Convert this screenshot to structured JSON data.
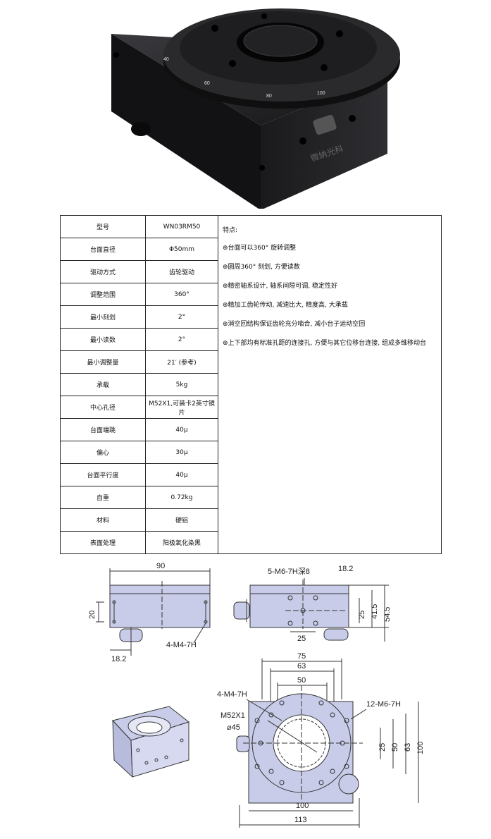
{
  "photo": {
    "dial_marks": [
      "40",
      "60",
      "80",
      "100"
    ],
    "logo_text": "微纳光科"
  },
  "spec_rows": [
    {
      "label": "型号",
      "value": "WN03RM50"
    },
    {
      "label": "台面直径",
      "value": "Φ50mm"
    },
    {
      "label": "驱动方式",
      "value": "齿轮驱动"
    },
    {
      "label": "调整范围",
      "value": "360°"
    },
    {
      "label": "最小刻划",
      "value": "2°"
    },
    {
      "label": "最小读数",
      "value": "2°"
    },
    {
      "label": "最小调整量",
      "value": "21′ (参考)"
    },
    {
      "label": "承载",
      "value": "5kg"
    },
    {
      "label": "中心孔径",
      "value": "M52X1,可装卡2英寸镜片"
    },
    {
      "label": "台面端跳",
      "value": "40μ"
    },
    {
      "label": "偏心",
      "value": "30μ"
    },
    {
      "label": "台面平行度",
      "value": "40μ"
    },
    {
      "label": "自重",
      "value": "0.72kg"
    },
    {
      "label": "材料",
      "value": "硬铝"
    },
    {
      "label": "表面处理",
      "value": "阳极氧化染黑"
    }
  ],
  "features": {
    "heading": "特点:",
    "items": [
      "⊕台面可以360° 旋转调整",
      "⊕圆周360° 刻划, 方便读数",
      "⊕精密轴系设计, 轴系间隙可调, 稳定性好",
      "⊕精加工齿轮传动, 减速比大, 精度高, 大承载",
      "⊕消空回结构保证齿轮充分啮合, 减小台子运动空回",
      "⊕上下部均有标准孔距的连接孔, 方便与其它位移台连接, 组成多维移动台"
    ]
  },
  "drawing": {
    "front": {
      "width": "90",
      "height": "20",
      "knob_offset": "18.2",
      "holes": "4-M4-7H"
    },
    "side": {
      "holes": "5-M6-7H深8",
      "knob_offset": "18.2",
      "h1": "25",
      "h2": "41.5",
      "h3": "54.5",
      "w": "25"
    },
    "top": {
      "d1": "75",
      "d2": "63",
      "d3": "50",
      "holes_top": "4-M4-7H",
      "thread": "M52X1",
      "bore": "⌀45",
      "holes_right": "12-M6-7H",
      "v1": "25",
      "v2": "50",
      "v3": "63",
      "v4": "100",
      "w1": "100",
      "w2": "113"
    }
  },
  "colors": {
    "part_fill": "#c8cce8",
    "line": "#333333",
    "photo_metal": "#1c1c1e"
  }
}
